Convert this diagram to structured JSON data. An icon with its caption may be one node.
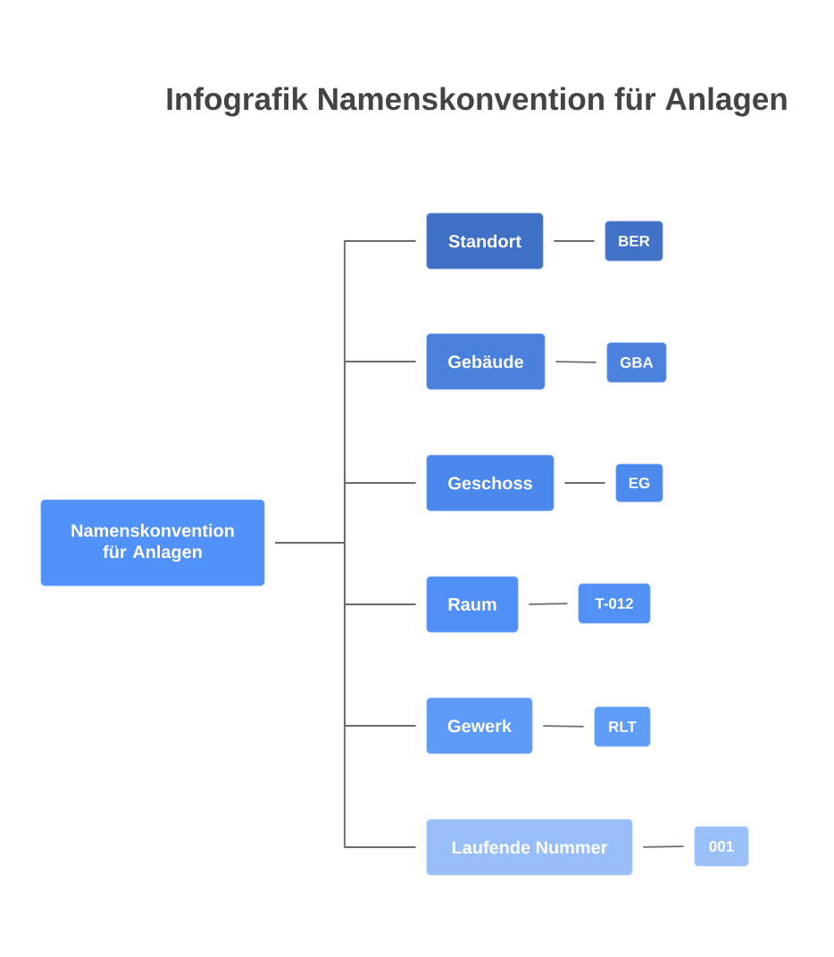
{
  "diagram": {
    "title": "Infografik Namenskonvention für Anlagen",
    "nodes": [
      {
        "text": [
          "Namenskonvention für Anlagen"
        ]
      },
      {
        "text": [
          "Standort"
        ]
      },
      {
        "text": [
          "BER"
        ]
      },
      {
        "text": [
          "Gebäude"
        ]
      },
      {
        "text": [
          "GBA"
        ]
      },
      {
        "text": [
          "Geschoss"
        ]
      },
      {
        "text": [
          "EG"
        ]
      },
      {
        "text": [
          "Raum"
        ]
      },
      {
        "text": [
          "T-012"
        ]
      },
      {
        "text": [
          "Gewerk"
        ]
      },
      {
        "text": [
          "RLT"
        ]
      },
      {
        "text": [
          "Laufende Nummer"
        ]
      },
      {
        "text": [
          "001"
        ]
      }
    ],
    "edges": [
      {
        "from": 0,
        "to": 1,
        "arrow": "none"
      },
      {
        "from": 0,
        "to": 3,
        "arrow": "none"
      },
      {
        "from": 0,
        "to": 5,
        "arrow": "none"
      },
      {
        "from": 0,
        "to": 7,
        "arrow": "none"
      },
      {
        "from": 0,
        "to": 9,
        "arrow": "none"
      },
      {
        "from": 0,
        "to": 11,
        "arrow": "none"
      },
      {
        "from": 1,
        "to": 2,
        "arrow": "none"
      },
      {
        "from": 3,
        "to": 4,
        "arrow": "none"
      },
      {
        "from": 5,
        "to": 6,
        "arrow": "none"
      },
      {
        "from": 7,
        "to": 8,
        "arrow": "none"
      },
      {
        "from": 9,
        "to": 10,
        "arrow": "none"
      },
      {
        "from": 11,
        "to": 12,
        "arrow": "none"
      }
    ]
  }
}
